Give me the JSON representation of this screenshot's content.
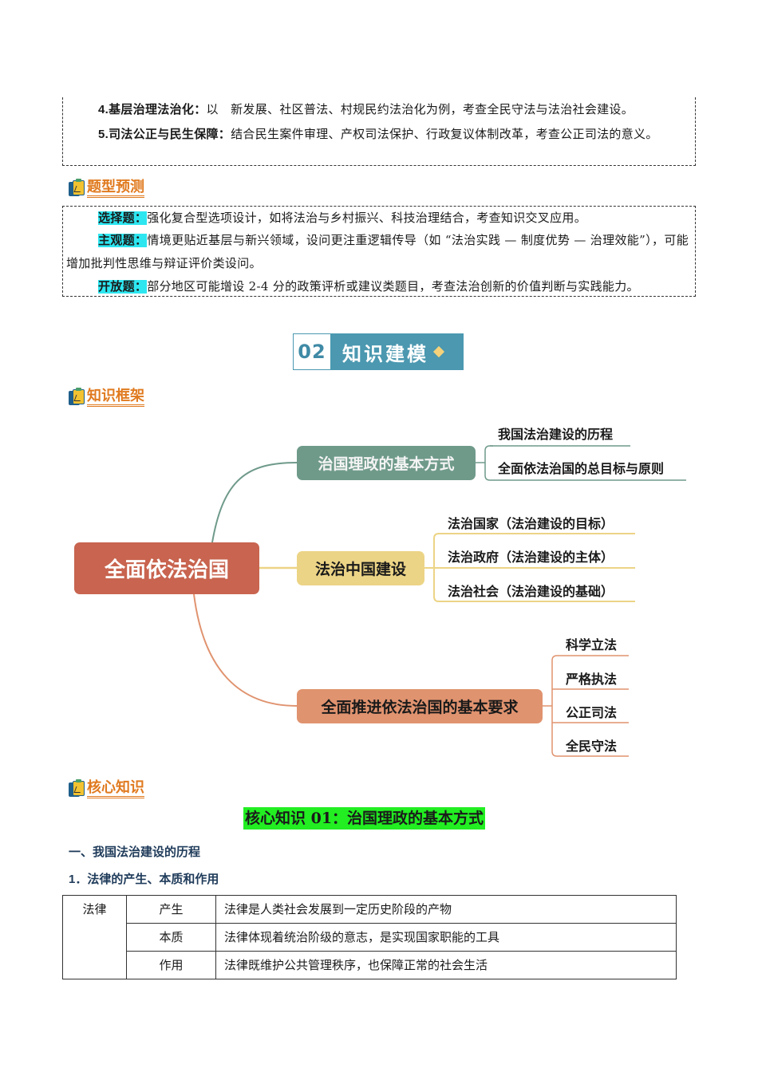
{
  "top_box": {
    "items": [
      {
        "label": "4.基层治理法治化：",
        "text": "以　新发展、社区普法、村规民约法治化为例，考查全民守法与法治社会建设。"
      },
      {
        "label": "5.司法公正与民生保障：",
        "text": "结合民生案件审理、产权司法保护、行政复议体制改革，考查公正司法的意义。"
      }
    ]
  },
  "sections": {
    "prediction": {
      "title": "题型预测"
    },
    "framework": {
      "title": "知识框架"
    },
    "core": {
      "title": "核心知识"
    }
  },
  "prediction_box": {
    "items": [
      {
        "label": "选择题：",
        "text": "强化复合型选项设计，如将法治与乡村振兴、科技治理结合，考查知识交叉应用。"
      },
      {
        "label": "主观题：",
        "text": "情境更贴近基层与新兴领域，设问更注重逻辑传导（如 “法治实践 — 制度优势 — 治理效能”），可能增加批判性思维与辩证评价类设问。"
      },
      {
        "label": "开放题：",
        "text": "部分地区可能增设 2-4 分的政策评析或建议类题目，考查法治创新的价值判断与实践能力。"
      }
    ]
  },
  "banner": {
    "number": "02",
    "title": "知识建模"
  },
  "mindmap": {
    "root": {
      "label": "全面依法治国",
      "color": "#c8644f"
    },
    "branches": [
      {
        "label": "治国理政的基本方式",
        "color": "#6f9a8a",
        "leaves": [
          "我国法治建设的历程",
          "全面依法治国的总目标与原则"
        ]
      },
      {
        "label": "法治中国建设",
        "color": "#ecd486",
        "leaves": [
          "法治国家（法治建设的目标）",
          "法治政府（法治建设的主体）",
          "法治社会（法治建设的基础）"
        ]
      },
      {
        "label": "全面推进依法治国的基本要求",
        "color": "#e0936f",
        "leaves": [
          "科学立法",
          "严格执法",
          "公正司法",
          "全民守法"
        ]
      }
    ]
  },
  "core": {
    "heading": "核心知识 01：治国理政的基本方式",
    "h1": "一、我国法治建设的历程",
    "h2": "1．法律的产生、本质和作用"
  },
  "table": {
    "subject": "法律",
    "rows": [
      {
        "aspect": "产生",
        "desc": "法律是人类社会发展到一定历史阶段的产物"
      },
      {
        "aspect": "本质",
        "desc": "法律体现着统治阶级的意志，是实现国家职能的工具"
      },
      {
        "aspect": "作用",
        "desc": "法律既维护公共管理秩序，也保障正常的社会生活"
      }
    ]
  }
}
